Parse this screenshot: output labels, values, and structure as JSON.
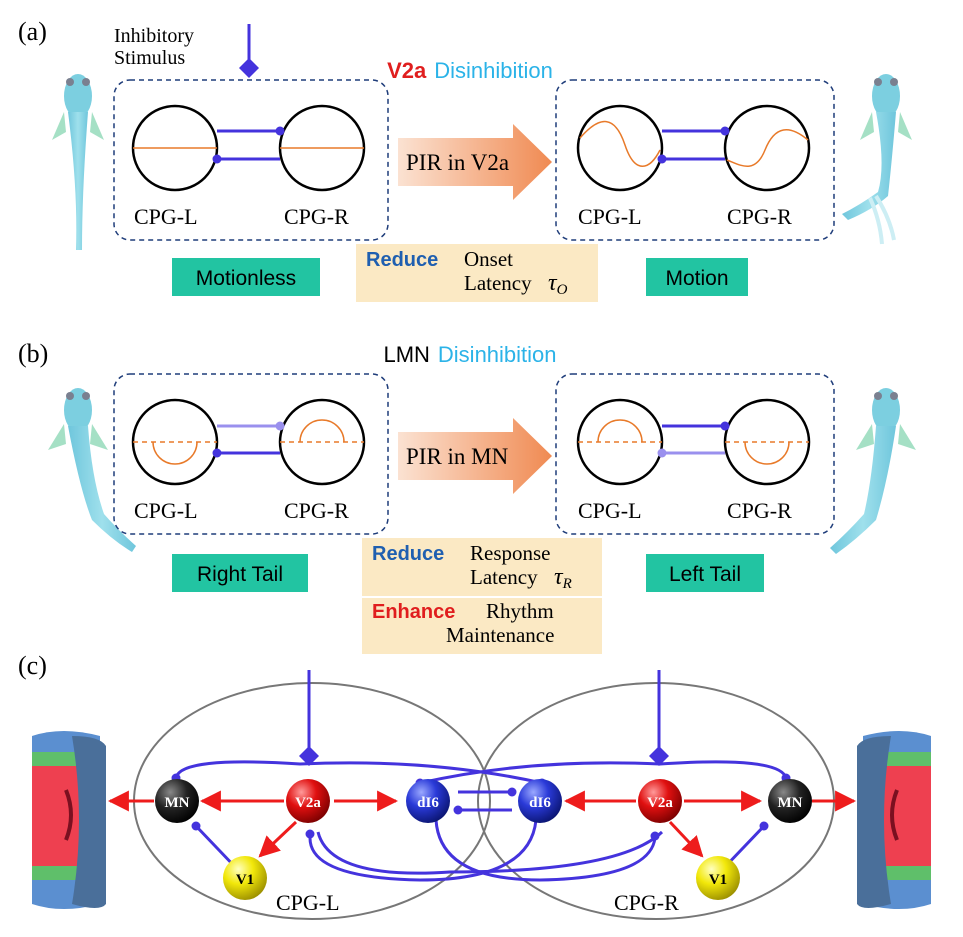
{
  "colors": {
    "inhib": "#4433dd",
    "inhib_light": "#9a90ee",
    "excite": "#ee1c1c",
    "cyan_word": "#2bb3e8",
    "teal_box": "#22c4a2",
    "cream_box": "#fbe9c4",
    "orange_wave": "#e87a2a",
    "dash_box": "#1f3d7a",
    "blue_word": "#1f5fb0",
    "red_word": "#e01e1e"
  },
  "panel_a": {
    "letter": "(a)",
    "stimulus_line1": "Inhibitory",
    "stimulus_line2": "Stimulus",
    "title_word1": "V2a",
    "title_word2": "Disinhibition",
    "arrow_label": "PIR in V2a",
    "left_box": {
      "cpg_left": "CPG-L",
      "cpg_right": "CPG-R"
    },
    "right_box": {
      "cpg_left": "CPG-L",
      "cpg_right": "CPG-R"
    },
    "state_left": "Motionless",
    "state_right": "Motion",
    "effect_verb": "Reduce",
    "effect_line1": "Onset",
    "effect_line2": "Latency",
    "effect_symbol": "τ",
    "effect_sub": "O"
  },
  "panel_b": {
    "letter": "(b)",
    "title_word1": "LMN",
    "title_word2": "Disinhibition",
    "arrow_label": "PIR in MN",
    "left_box": {
      "cpg_left": "CPG-L",
      "cpg_right": "CPG-R"
    },
    "right_box": {
      "cpg_left": "CPG-L",
      "cpg_right": "CPG-R"
    },
    "state_left": "Right Tail",
    "state_right": "Left Tail",
    "effect1_verb": "Reduce",
    "effect1_line1": "Response",
    "effect1_line2": "Latency",
    "effect1_symbol": "τ",
    "effect1_sub": "R",
    "effect2_verb": "Enhance",
    "effect2_line1": "Rhythm",
    "effect2_line2": "Maintenance"
  },
  "panel_c": {
    "letter": "(c)",
    "neurons_left": {
      "mn": "MN",
      "v2a": "V2a",
      "di6": "dI6",
      "v1": "V1"
    },
    "neurons_right": {
      "mn": "MN",
      "v2a": "V2a",
      "di6": "dI6",
      "v1": "V1"
    },
    "label_left": "CPG-L",
    "label_right": "CPG-R"
  }
}
